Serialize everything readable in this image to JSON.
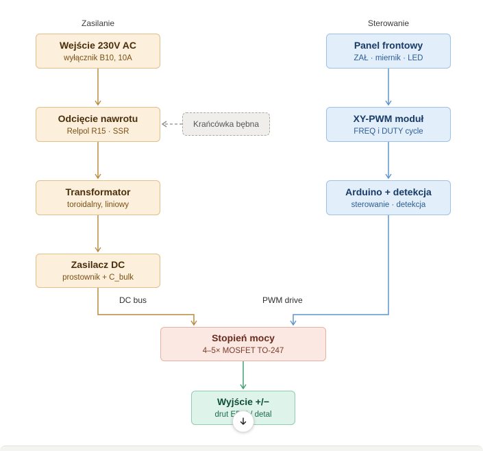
{
  "columns": {
    "power": "Zasilanie",
    "control": "Sterowanie"
  },
  "nodes": {
    "input": {
      "title": "Wejście 230V AC",
      "sub": "wyłącznik B10, 10A"
    },
    "cutoff": {
      "title": "Odcięcie nawrotu",
      "sub": "Relpol R15 · SSR"
    },
    "transformer": {
      "title": "Transformator",
      "sub": "toroidalny, liniowy"
    },
    "psu": {
      "title": "Zasilacz DC",
      "sub": "prostownik + C_bulk"
    },
    "limit": {
      "label": "Krańcówka bębna"
    },
    "panel": {
      "title": "Panel frontowy",
      "sub": "ZAŁ · miernik · LED"
    },
    "xypwm": {
      "title": "XY-PWM moduł",
      "sub": "FREQ i DUTY cycle"
    },
    "arduino": {
      "title": "Arduino + detekcja",
      "sub": "sterowanie · detekcja"
    },
    "power_stage": {
      "title": "Stopień mocy",
      "sub": "4–5× MOSFET TO-247"
    },
    "output": {
      "title": "Wyjście +/−",
      "sub": "drut EDM / detal"
    }
  },
  "edges": {
    "dc_bus": "DC bus",
    "pwm_drive": "PWM drive"
  },
  "colors": {
    "power_arrow": "#b88a3e",
    "control_arrow": "#5b93cf",
    "output_arrow": "#3f9f73",
    "dashed_arrow": "#8a8a8a"
  },
  "icons": {
    "scroll": "arrow-down-icon"
  }
}
